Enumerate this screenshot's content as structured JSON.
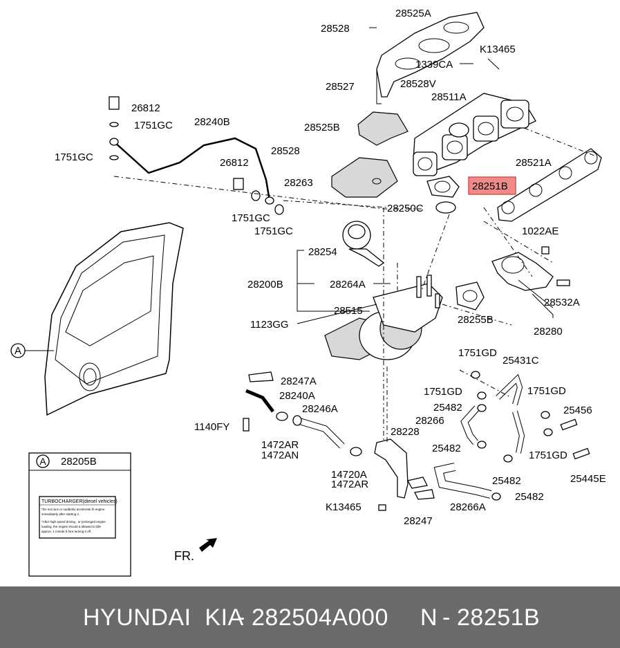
{
  "labels": [
    "28525A",
    "28528",
    "K13465",
    "1339CA",
    "28527",
    "28528V",
    "28511A",
    "28525B",
    "28528",
    "28263",
    "28251B",
    "28521A",
    "28250C",
    "26812",
    "1751GC",
    "28240B",
    "1751GC",
    "26812",
    "1751GC",
    "1751GC",
    "28254",
    "1022AE",
    "28200B",
    "28264A",
    "28515",
    "1123GG",
    "28255B",
    "28532A",
    "28280",
    "1751GD",
    "25431C",
    "1751GD",
    "1751GD",
    "25482",
    "25456",
    "28266",
    "25482",
    "1751GD",
    "25445E",
    "28247A",
    "28240A",
    "28246A",
    "1140FY",
    "1472AR",
    "1472AN",
    "28228",
    "14720A",
    "1472AR",
    "25482",
    "25482",
    "K13465",
    "28247",
    "28266A"
  ],
  "highlighted_part": "28251B",
  "callout": {
    "letter": "A",
    "part_number": "28205B",
    "label_title": "TURBOCHARGER(diesel vehicles)",
    "label_line1": "*Do not race or suddenly accelerate th engine",
    "label_line2": "immediately after starting it.",
    "label_line3": "*After high speed driving , or prolonged engine",
    "label_line4": "loading, the engine should a allowed to idle",
    "label_line5": "approx. 1 minute b fore turning it off."
  },
  "door_callout_letter": "A",
  "front_marker": "FR.",
  "footer": {
    "brand": "HYUNDAI  KIA",
    "separator1": "-",
    "part_number": "282504A000",
    "prefix": "N",
    "separator2": "-",
    "ref": "28251B"
  },
  "colors": {
    "highlight_fill": "#f08a8a",
    "highlight_border": "#d9534f",
    "footer_bg": "#6b6b6b",
    "footer_text": "#ffffff"
  }
}
